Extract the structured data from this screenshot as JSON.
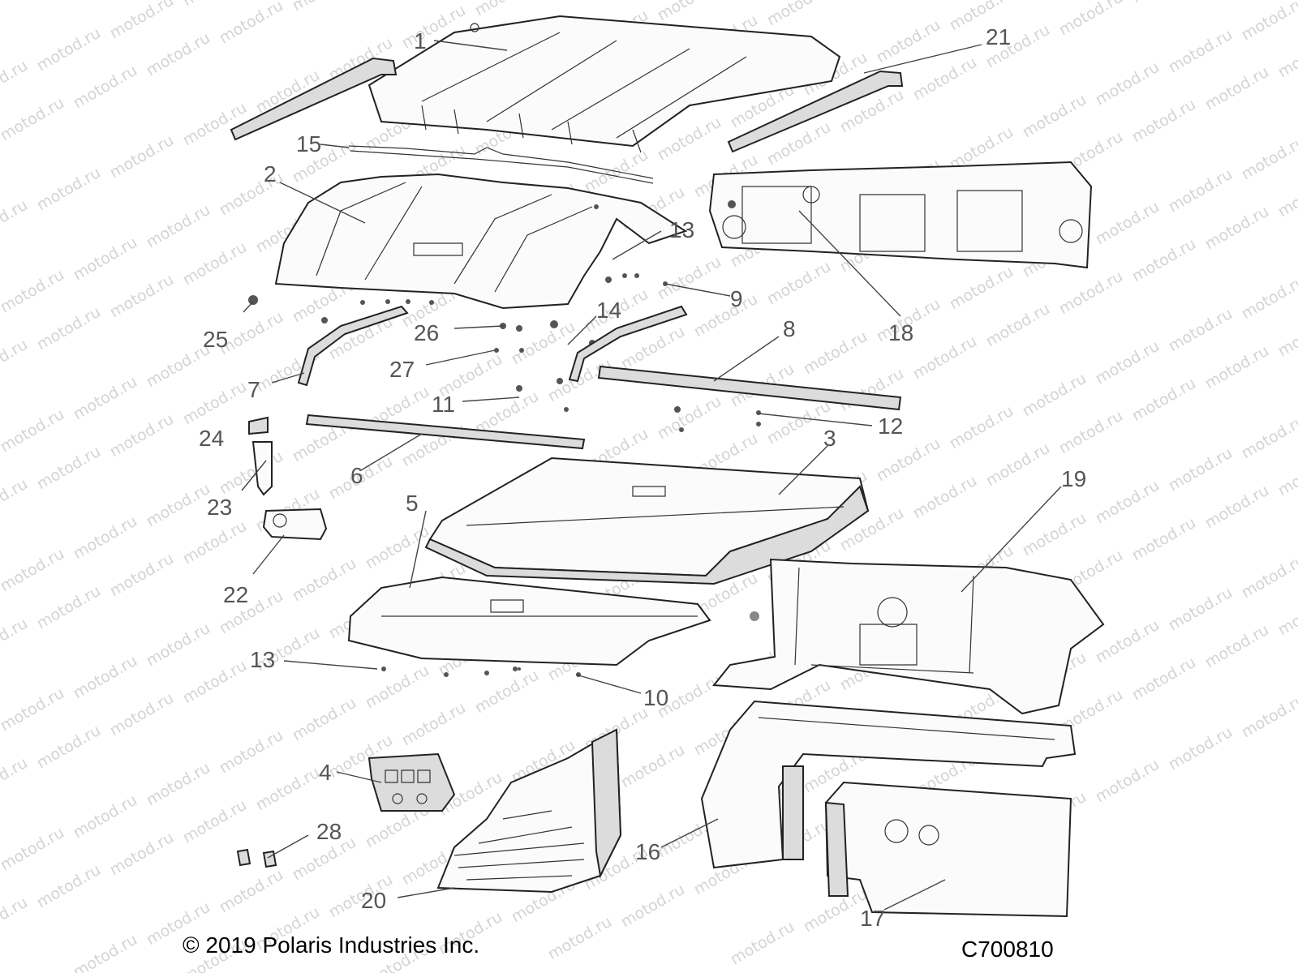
{
  "watermark": "motod.ru",
  "copyright": "© 2019 Polaris Industries Inc.",
  "figure_code": "C700810",
  "callouts": {
    "n1": "1",
    "n2": "2",
    "n3": "3",
    "n4": "4",
    "n5": "5",
    "n6": "6",
    "n7": "7",
    "n8": "8",
    "n9": "9",
    "n10": "10",
    "n11": "11",
    "n12": "12",
    "n13a": "13",
    "n13b": "13",
    "n14": "14",
    "n15": "15",
    "n16": "16",
    "n17": "17",
    "n18": "18",
    "n19": "19",
    "n20": "20",
    "n21": "21",
    "n22": "22",
    "n23": "23",
    "n24": "24",
    "n25": "25",
    "n26": "26",
    "n27": "27",
    "n28": "28"
  }
}
